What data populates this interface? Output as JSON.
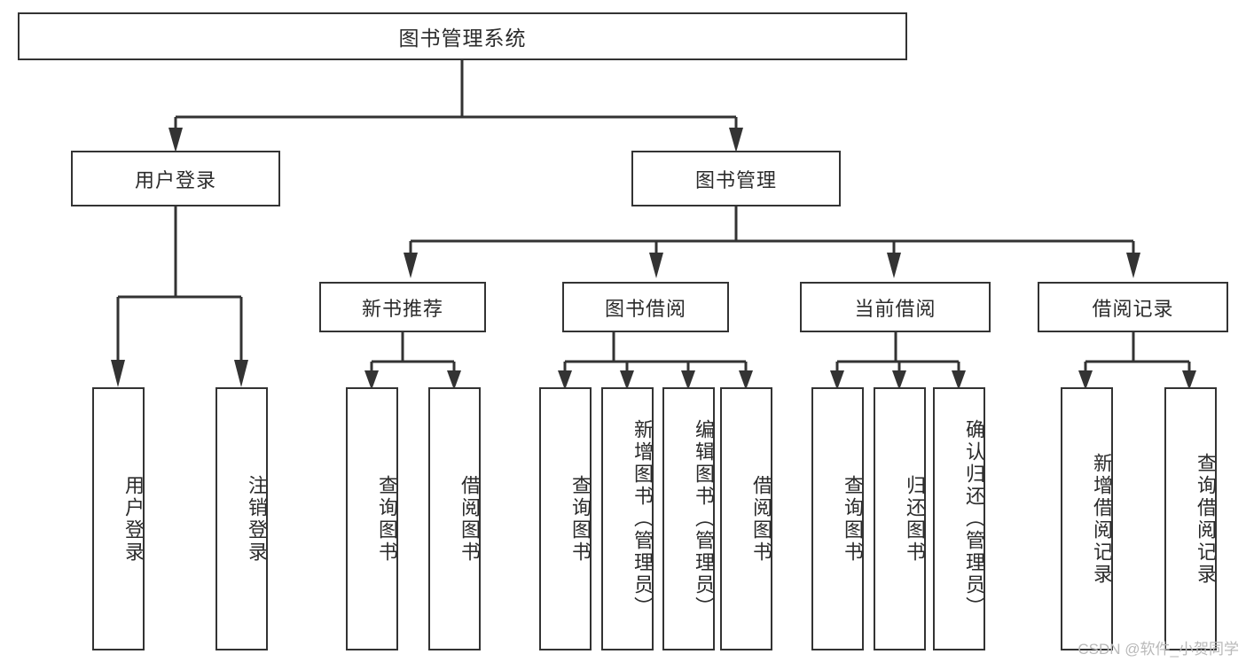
{
  "diagram": {
    "title": "图书管理系统",
    "type": "tree-hierarchy-chart",
    "watermark": "CSDN @软件_小贺同学",
    "colors": {
      "background": "#ffffff",
      "border": "#333333",
      "text": "#2b2b2b",
      "watermark": "#b9b9b9"
    },
    "levels": {
      "root": {
        "label": "图书管理系统"
      },
      "level2": [
        {
          "label": "用户登录"
        },
        {
          "label": "图书管理"
        }
      ],
      "level3": [
        {
          "label": "新书推荐"
        },
        {
          "label": "图书借阅"
        },
        {
          "label": "当前借阅"
        },
        {
          "label": "借阅记录"
        }
      ],
      "leaves": {
        "user_login": [
          {
            "label": "用户登录"
          },
          {
            "label": "注销登录"
          }
        ],
        "new_book_recommend": [
          {
            "label": "查询图书"
          },
          {
            "label": "借阅图书"
          }
        ],
        "book_borrow": [
          {
            "label": "查询图书"
          },
          {
            "label": "新增图书（管理员）"
          },
          {
            "label": "编辑图书（管理员）"
          },
          {
            "label": "借阅图书"
          }
        ],
        "current_borrow": [
          {
            "label": "查询图书"
          },
          {
            "label": "归还图书"
          },
          {
            "label": "确认归还（管理员）"
          }
        ],
        "borrow_record": [
          {
            "label": "新增借阅记录"
          },
          {
            "label": "查询借阅记录"
          }
        ]
      }
    }
  }
}
